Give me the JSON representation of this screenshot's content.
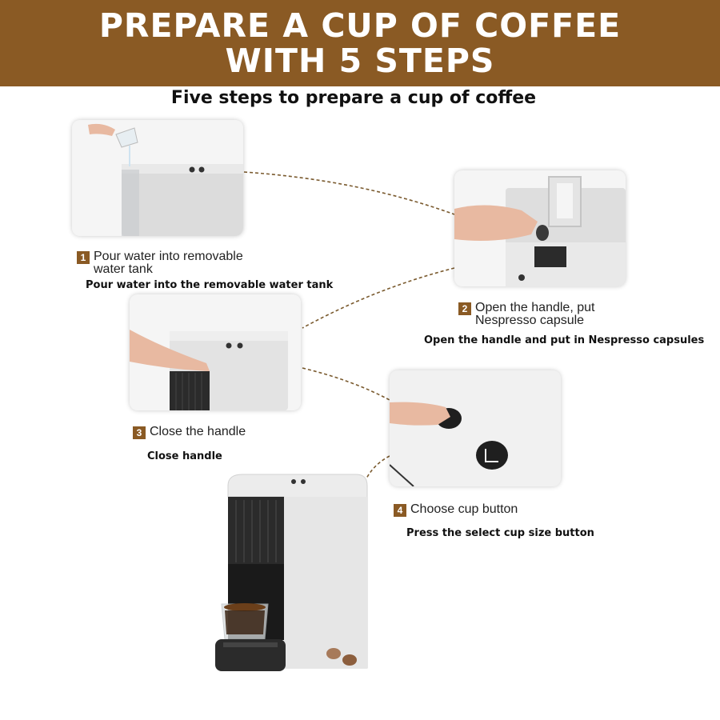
{
  "banner": {
    "line1": "PREPARE A CUP OF COFFEE",
    "line2": "WITH 5 STEPS"
  },
  "subtitle": "Five steps to prepare a cup of coffee",
  "steps": [
    {
      "number": "1",
      "label": "Pour water into removable water tank",
      "description": "Pour water into the removable water tank"
    },
    {
      "number": "2",
      "label": "Open the handle, put Nespresso capsule",
      "description": "Open the handle and put in Nespresso capsules"
    },
    {
      "number": "3",
      "label": "Close the handle",
      "description": "Close handle"
    },
    {
      "number": "4",
      "label": "Choose cup button",
      "description": "Press the select cup size button"
    }
  ],
  "colors": {
    "brand_brown": "#8a5a24",
    "connector": "#7a5a2e",
    "machine_white": "#eeeeee",
    "machine_black": "#2b2b2b"
  },
  "icons": {
    "step_photos": [
      "water-pour-photo",
      "capsule-insert-photo",
      "close-handle-photo",
      "cup-button-photo"
    ],
    "product": "coffee-machine-illustration"
  }
}
